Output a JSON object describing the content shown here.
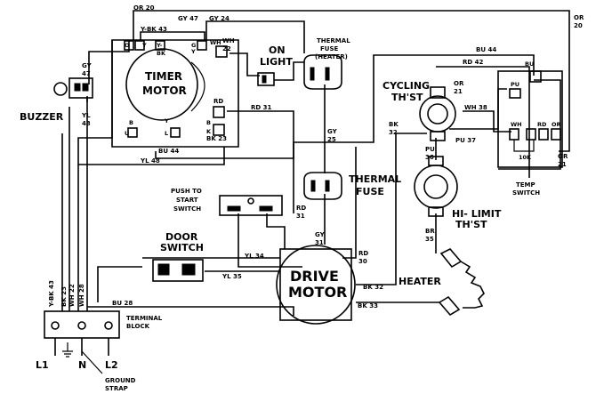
{
  "components": {
    "buzzer": "BUZZER",
    "timer_motor_1": "TIMER",
    "timer_motor_2": "MOTOR",
    "on_light_1": "ON",
    "on_light_2": "LIGHT",
    "thermal_fuse_heater_1": "THERMAL",
    "thermal_fuse_heater_2": "FUSE",
    "thermal_fuse_heater_3": "(HEATER)",
    "cycling_thst_1": "CYCLING",
    "cycling_thst_2": "TH'ST",
    "thermal_fuse_1": "THERMAL",
    "thermal_fuse_2": "FUSE",
    "push_to_start_1": "PUSH TO",
    "push_to_start_2": "START",
    "push_to_start_3": "SWITCH",
    "door_switch_1": "DOOR",
    "door_switch_2": "SWITCH",
    "drive_motor_1": "DRIVE",
    "drive_motor_2": "MOTOR",
    "heater": "HEATER",
    "hi_limit_1": "HI- LIMIT",
    "hi_limit_2": "TH'ST",
    "temp_switch_1": "TEMP",
    "temp_switch_2": "SWITCH",
    "terminal_block_1": "TERMINAL",
    "terminal_block_2": "BLOCK",
    "l1": "L1",
    "n": "N",
    "l2": "L2",
    "ground_strap_1": "GROUND",
    "ground_strap_2": "STRAP",
    "resistor": "10K"
  },
  "wires": {
    "or20_top": "OR 20",
    "or20_right_1": "OR",
    "or20_right_2": "20",
    "gy47_top": "GY 47",
    "gy24_top": "GY 24",
    "ybk43_top": "Y-BK 43",
    "gy47_left_1": "GY",
    "gy47_left_2": "47",
    "yl43_left_1": "YL",
    "yl43_left_2": "43",
    "bu44_top": "BU 44",
    "rd42": "RD 42",
    "or21_cyc_1": "OR",
    "or21_cyc_2": "21",
    "wh38": "WH 38",
    "pu37": "PU 37",
    "bk32_cyc_1": "BK",
    "bk32_cyc_2": "32",
    "rd31": "RD 31",
    "rd31_v_1": "RD",
    "rd31_v_2": "31",
    "gy25_1": "GY",
    "gy25_2": "25",
    "bu44_bottom": "BU 44",
    "bk23": "BK 23",
    "yl48": "YL 48",
    "pu36_1": "PU",
    "pu36_2": "36",
    "br35_1": "BR",
    "br35_2": "35",
    "gy31_1": "GY",
    "gy31_2": "31",
    "rd30_1": "RD",
    "rd30_2": "30",
    "yl34": "YL 34",
    "yl35": "YL 35",
    "bk32_m": "BK 32",
    "bk33": "BK 33",
    "bu28": "BU 28",
    "or21_right_1": "OR",
    "or21_right_2": "21",
    "ybk43_v": "Y-BK 43",
    "bk23_v": "BK 23",
    "wh22_v": "WH 22",
    "wh28_v": "WH 28",
    "wh22_t_1": "WH",
    "wh22_t_2": "22",
    "ts_pu": "PU",
    "ts_bu": "BU",
    "ts_wh": "WH",
    "ts_rd": "RD",
    "ts_or": "OR",
    "rd_timer": "RD"
  },
  "terminals": {
    "t_o": "O",
    "t_y": "Y",
    "t_y2": "Y-",
    "t_bk": "BK",
    "t_g": "G",
    "t_yy": "Y",
    "t_b": "B",
    "t_u": "U",
    "t_y3": "Y",
    "t_l": "L",
    "t_b2": "B",
    "t_k": "K",
    "t_wh": "WH"
  }
}
